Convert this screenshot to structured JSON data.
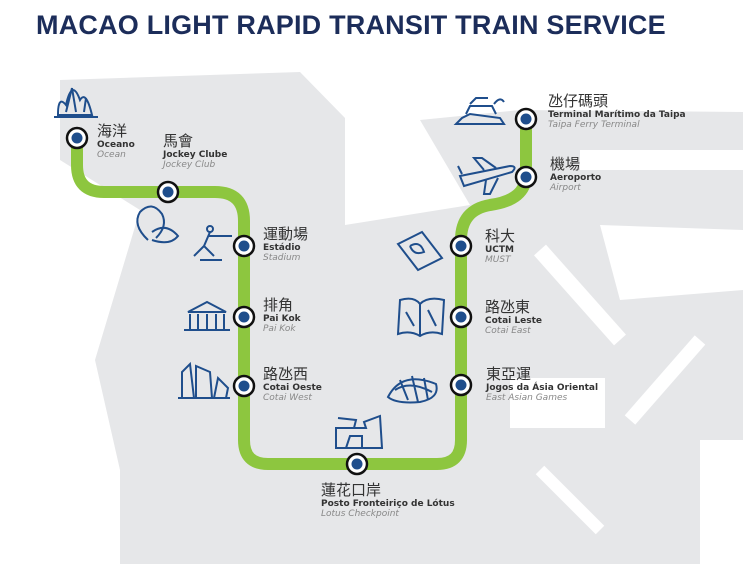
{
  "title": "MACAO LIGHT RAPID TRANSIT TRAIN SERVICE",
  "colors": {
    "line": "#8dc63f",
    "station_dot": "#1f4e8c",
    "title": "#1c2d5a",
    "land": "#e6e7e9"
  },
  "stations": [
    {
      "zh": "海洋",
      "pt": "Oceano",
      "en": "Ocean",
      "icon": "towers-icon"
    },
    {
      "zh": "馬會",
      "pt": "Jockey Clube",
      "en": "Jockey Club",
      "icon": "horseshoe-icon"
    },
    {
      "zh": "運動場",
      "pt": "Estádio",
      "en": "Stadium",
      "icon": "athlete-icon"
    },
    {
      "zh": "排角",
      "pt": "Pai Kok",
      "en": "Pai Kok",
      "icon": "pavilion-icon"
    },
    {
      "zh": "路氹西",
      "pt": "Cotai Oeste",
      "en": "Cotai West",
      "icon": "buildings-icon"
    },
    {
      "zh": "蓮花口岸",
      "pt": "Posto Fronteiriço de Lótus",
      "en": "Lotus Checkpoint",
      "icon": "checkpoint-icon"
    },
    {
      "zh": "東亞運",
      "pt": "Jogos da Ásia Oriental",
      "en": "East Asian Games",
      "icon": "dome-icon"
    },
    {
      "zh": "路氹東",
      "pt": "Cotai Leste",
      "en": "Cotai East",
      "icon": "book-icon"
    },
    {
      "zh": "科大",
      "pt": "UCTM",
      "en": "MUST",
      "icon": "university-icon"
    },
    {
      "zh": "機場",
      "pt": "Aeroporto",
      "en": "Airport",
      "icon": "airplane-icon"
    },
    {
      "zh": "氹仔碼頭",
      "pt": "Terminal Marítimo da Taipa",
      "en": "Taipa Ferry Terminal",
      "icon": "ferry-icon"
    }
  ]
}
